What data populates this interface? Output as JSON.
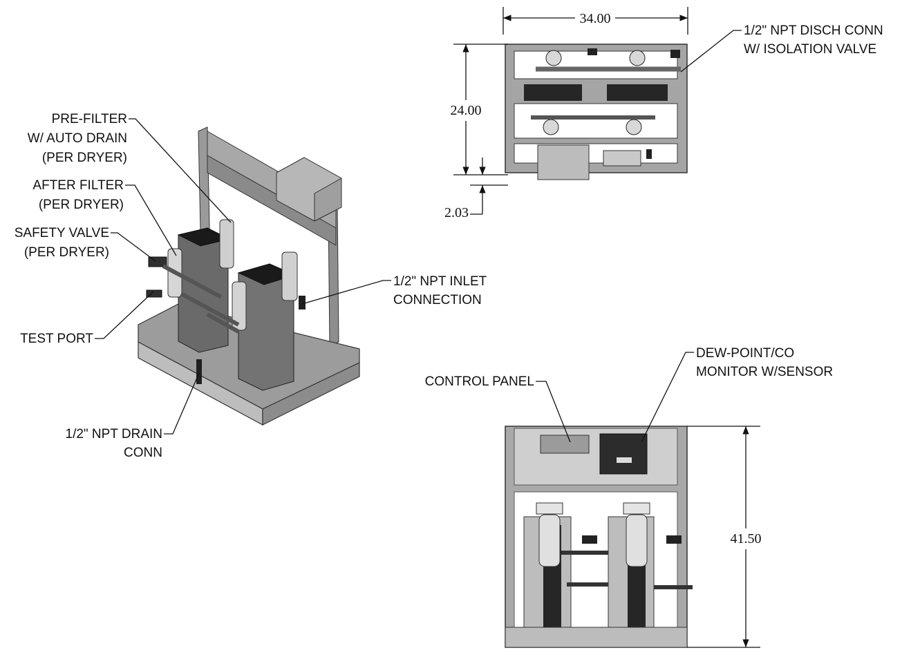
{
  "callouts": {
    "pre_filter": [
      "PRE-FILTER",
      "W/ AUTO DRAIN",
      "(PER DRYER)"
    ],
    "after_filter": [
      "AFTER FILTER",
      "(PER DRYER)"
    ],
    "safety_valve": [
      "SAFETY VALVE",
      "(PER DRYER)"
    ],
    "test_port": [
      "TEST PORT"
    ],
    "drain_conn": [
      "1/2\" NPT DRAIN",
      "CONN"
    ],
    "inlet_conn": [
      "1/2\" NPT INLET",
      "CONNECTION"
    ],
    "disch_conn": [
      "1/2\" NPT DISCH CONN",
      "W/ ISOLATION VALVE"
    ],
    "control_panel": [
      "CONTROL PANEL"
    ],
    "dew_point": [
      "DEW-POINT/CO",
      "MONITOR W/SENSOR"
    ]
  },
  "dimensions": {
    "top_width": "34.00",
    "top_depth": "24.00",
    "top_offset": "2.03",
    "front_height": "41.50"
  }
}
